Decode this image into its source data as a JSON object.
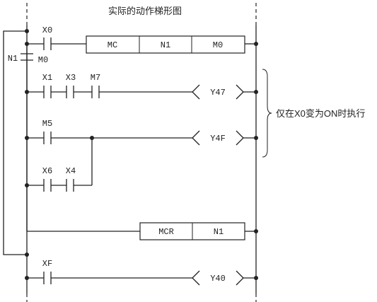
{
  "title": "实际的动作梯形图",
  "note": "仅在X0变为ON时执行",
  "rungs": {
    "mc": {
      "contact": "X0",
      "cells": [
        "MC",
        "N1",
        "M0"
      ],
      "nest_label": "N1",
      "nest_contact": "M0"
    },
    "r1": {
      "contacts": [
        "X1",
        "X3",
        "M7"
      ],
      "coil": "Y47"
    },
    "r2": {
      "contact_a": "M5",
      "contact_b": "X6",
      "contact_c": "X4",
      "coil": "Y4F"
    },
    "mcr": {
      "cells": [
        "MCR",
        "N1"
      ]
    },
    "r4": {
      "contact": "XF",
      "coil": "Y40"
    }
  }
}
